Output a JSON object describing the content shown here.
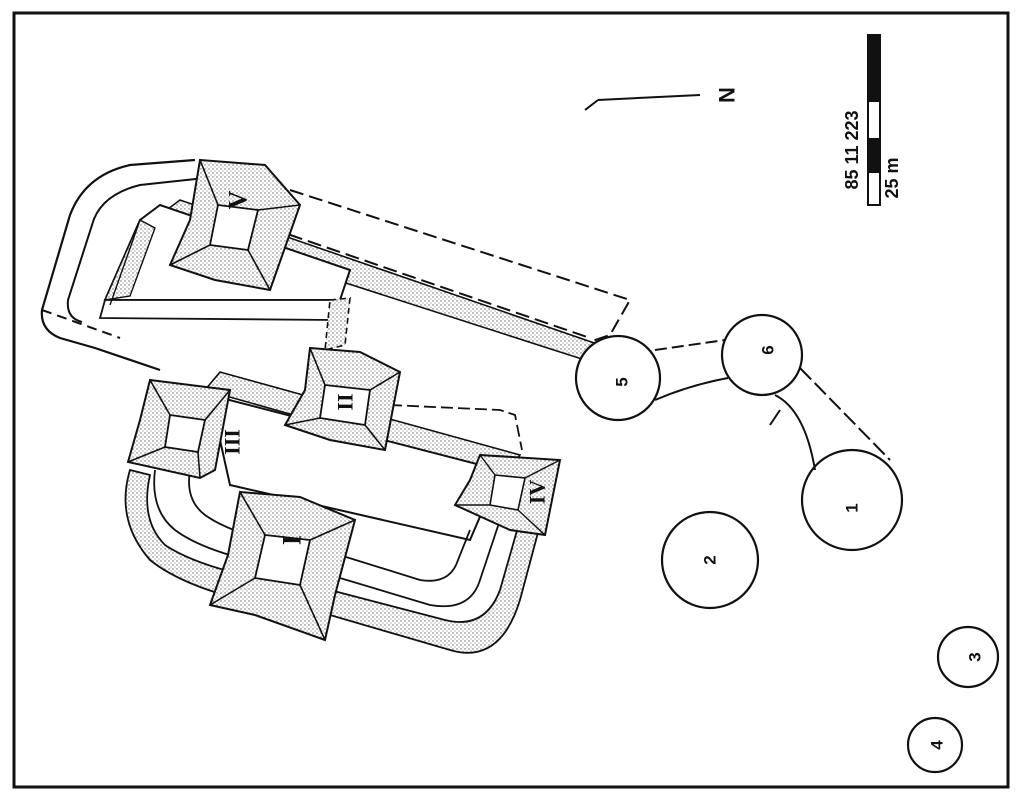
{
  "north_label": "N",
  "scale": {
    "code": "85 11 223",
    "length_label": "25 m"
  },
  "structures": {
    "I": "I",
    "II": "II",
    "III": "III",
    "IV": "IV",
    "V": "V"
  },
  "mounds": {
    "1": "1",
    "2": "2",
    "3": "3",
    "4": "4",
    "5": "5",
    "6": "6"
  },
  "colors": {
    "ink": "#111111",
    "stipple": "#c8c8c8",
    "paper": "#ffffff"
  }
}
